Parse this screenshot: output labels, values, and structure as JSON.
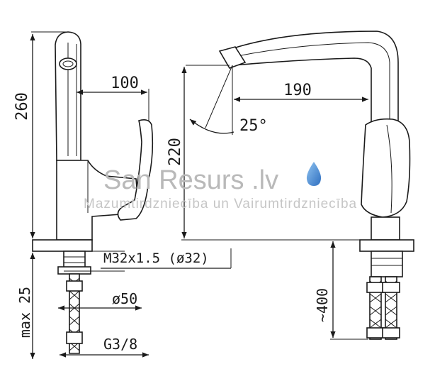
{
  "dimensions": {
    "height_total": "260",
    "reach_side": "100",
    "thread_spec": "M32x1.5  (ø32)",
    "max_depth": "max 25",
    "base_diameter": "ø50",
    "hose_thread": "G3/8",
    "spout_reach": "190",
    "spout_height": "220",
    "swivel_angle": "25°",
    "hose_length": "~400"
  },
  "watermark": {
    "brand": "San Resurs .lv",
    "tagline": "Mazumtirdzniecība un Vairumtirdzniecība",
    "drop_color": "#4a90d9"
  }
}
